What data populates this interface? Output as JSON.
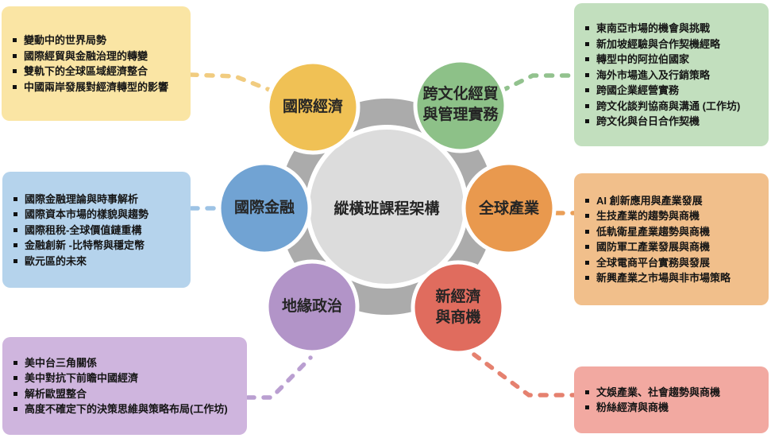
{
  "diagram": {
    "title": "縱橫班課程架構",
    "colors": {
      "hub_fill": "#DCDCDC",
      "ring_fill": "#ABABAB",
      "circle_border": "#FFFFFF"
    },
    "nodes": [
      {
        "id": "intl-economy",
        "label": "國際經濟",
        "circle_color": "#F0C155",
        "connector_color": "#F1CC80",
        "box_color": "#FAE5A4",
        "items": [
          "變動中的世界局勢",
          "國際經貿與金融治理的轉變",
          "雙軌下的全球區域經濟整合",
          "中國兩岸發展對經濟轉型的影響"
        ]
      },
      {
        "id": "cross-cultural-trade",
        "label": "跨文化經貿\n與管理實務",
        "circle_color": "#8DC188",
        "connector_color": "#92C28E",
        "box_color": "#C2DFBE",
        "items": [
          "東南亞市場的機會與挑戰",
          "新加坡經驗與合作契機經略",
          "轉型中的阿拉伯國家",
          "海外市場進入及行銷策略",
          "跨國企業經營實務",
          "跨文化談判協商與溝通 (工作坊)",
          "跨文化與台日合作契機"
        ]
      },
      {
        "id": "intl-finance",
        "label": "國際金融",
        "circle_color": "#71A3D3",
        "connector_color": "#9DC3E5",
        "box_color": "#B5D3EC",
        "items": [
          "國際金融理論與時事解析",
          "國際資本市場的樣貌與趨勢",
          "國際租稅-全球價值鏈重構",
          "金融創新 -比特幣與穩定幣",
          "歐元區的未來"
        ]
      },
      {
        "id": "global-industry",
        "label": "全球產業",
        "circle_color": "#E9994E",
        "connector_color": "#EA9F58",
        "box_color": "#F1BF8B",
        "items": [
          "AI 創新應用與產業發展",
          "生技產業的趨勢與商機",
          "低軌衛星產業趨勢與商機",
          "國防軍工產業發展與商機",
          "全球電商平台實務與發展",
          "新興產業之市場與非市場策略"
        ]
      },
      {
        "id": "geopolitics",
        "label": "地緣政治",
        "circle_color": "#B294C8",
        "connector_color": "#BA9FD1",
        "box_color": "#CFB5DE",
        "items": [
          "美中台三角關係",
          "美中對抗下前瞻中國經濟",
          "解析歐盟整合",
          "高度不確定下的決策思維與策略布局(工作坊)"
        ]
      },
      {
        "id": "new-economy",
        "label": "新經濟\n與商機",
        "circle_color": "#E06C5E",
        "connector_color": "#E5816F",
        "box_color": "#F2A9A1",
        "items": [
          "文娛產業、社會趨勢與商機",
          "粉絲經濟與商機"
        ]
      }
    ]
  }
}
